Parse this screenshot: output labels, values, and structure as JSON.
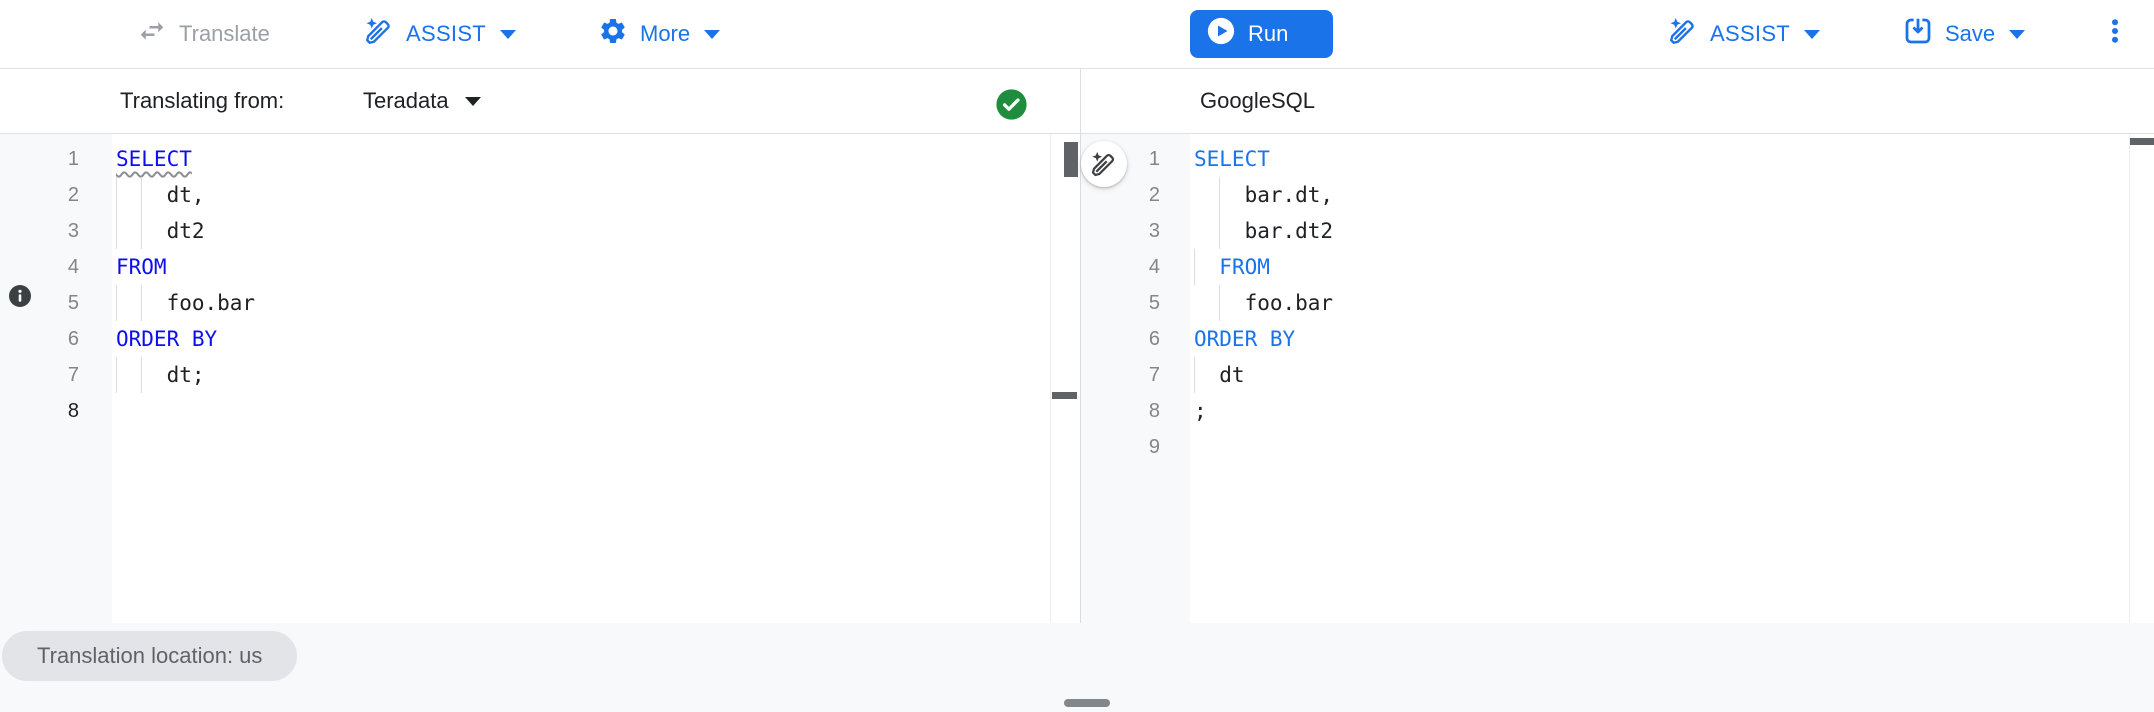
{
  "colors": {
    "accent": "#1a73e8",
    "keyword_left": "#0d0ef0",
    "keyword_right": "#1a73e8",
    "success": "#1e8e3e",
    "disabled": "#9aa0a6"
  },
  "toolbar": {
    "translate_label": "Translate",
    "assist_label": "ASSIST",
    "more_label": "More",
    "run_label": "Run",
    "assist_right_label": "ASSIST",
    "save_label": "Save"
  },
  "source_pane": {
    "header_label": "Translating from:",
    "dialect_value": "Teradata",
    "status": "valid",
    "editor": {
      "lines": [
        {
          "num": "1",
          "tokens": [
            {
              "t": "SELECT",
              "k": "kw",
              "sq": true
            }
          ],
          "guides": []
        },
        {
          "num": "2",
          "tokens": [
            {
              "t": "    dt,",
              "k": "pl"
            }
          ],
          "guides": [
            0,
            2
          ]
        },
        {
          "num": "3",
          "tokens": [
            {
              "t": "    dt2",
              "k": "pl"
            }
          ],
          "guides": [
            0,
            2
          ]
        },
        {
          "num": "4",
          "tokens": [
            {
              "t": "FROM",
              "k": "kw"
            }
          ],
          "guides": []
        },
        {
          "num": "5",
          "tokens": [
            {
              "t": "    foo.bar",
              "k": "pl"
            }
          ],
          "guides": [
            0,
            2
          ]
        },
        {
          "num": "6",
          "tokens": [
            {
              "t": "ORDER BY",
              "k": "kw"
            }
          ],
          "guides": []
        },
        {
          "num": "7",
          "tokens": [
            {
              "t": "    dt;",
              "k": "pl"
            }
          ],
          "guides": [
            0,
            2
          ]
        },
        {
          "num": "8",
          "tokens": [],
          "guides": [],
          "active": true
        }
      ]
    }
  },
  "target_pane": {
    "header_label": "GoogleSQL",
    "editor": {
      "lines": [
        {
          "num": "1",
          "tokens": [
            {
              "t": "SELECT",
              "k": "kw"
            }
          ],
          "guides": []
        },
        {
          "num": "2",
          "tokens": [
            {
              "t": "    bar.dt,",
              "k": "pl"
            }
          ],
          "guides": [
            2
          ]
        },
        {
          "num": "3",
          "tokens": [
            {
              "t": "    bar.dt2",
              "k": "pl"
            }
          ],
          "guides": [
            2
          ]
        },
        {
          "num": "4",
          "tokens": [
            {
              "t": "  ",
              "k": "pl"
            },
            {
              "t": "FROM",
              "k": "kw"
            }
          ],
          "guides": [
            0
          ]
        },
        {
          "num": "5",
          "tokens": [
            {
              "t": "    foo.bar",
              "k": "pl"
            }
          ],
          "guides": [
            2
          ]
        },
        {
          "num": "6",
          "tokens": [
            {
              "t": "ORDER BY",
              "k": "kw"
            }
          ],
          "guides": []
        },
        {
          "num": "7",
          "tokens": [
            {
              "t": "  dt",
              "k": "pl"
            }
          ],
          "guides": [
            0
          ]
        },
        {
          "num": "8",
          "tokens": [
            {
              "t": ";",
              "k": "pl"
            }
          ],
          "guides": []
        },
        {
          "num": "9",
          "tokens": [],
          "guides": []
        }
      ]
    }
  },
  "footer": {
    "location_chip": "Translation location: us"
  }
}
